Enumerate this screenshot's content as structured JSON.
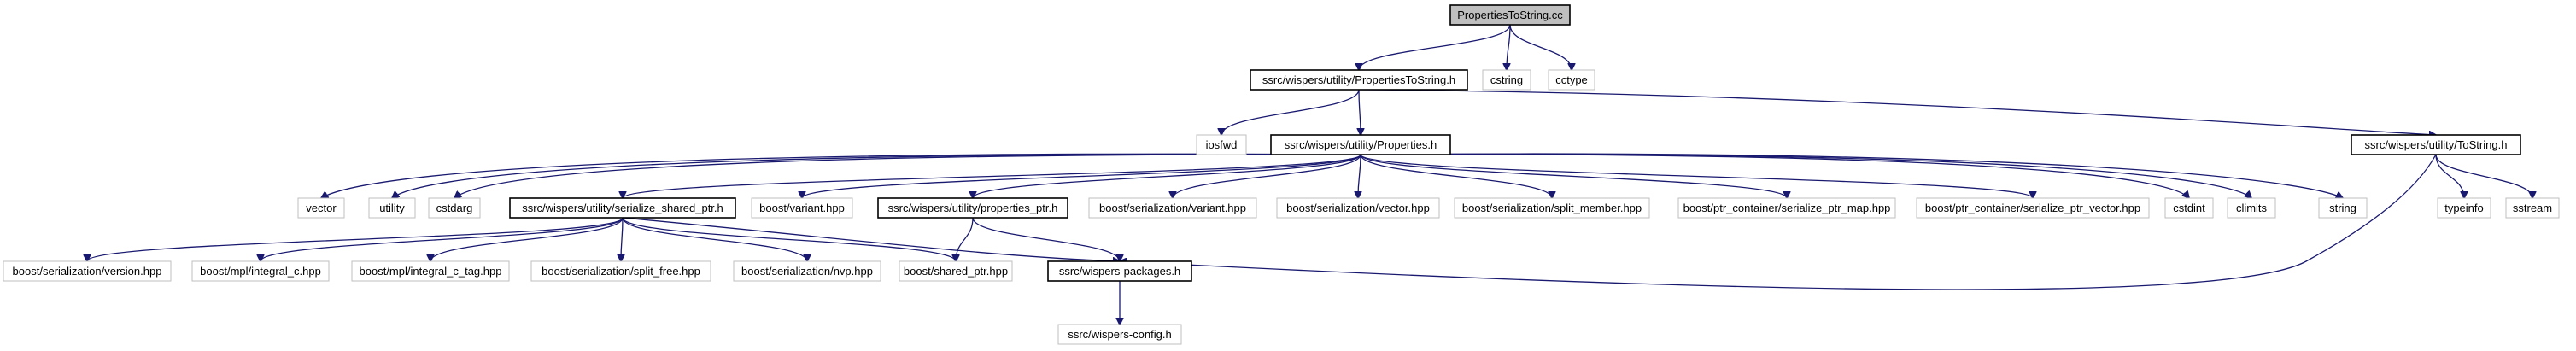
{
  "nodes": [
    {
      "id": "root",
      "label": "PropertiesToString.cc",
      "style": "root"
    },
    {
      "id": "pts_h",
      "label": "ssrc/wispers/utility/PropertiesToString.h",
      "style": "emph"
    },
    {
      "id": "cstring",
      "label": "cstring",
      "style": "plain"
    },
    {
      "id": "cctype",
      "label": "cctype",
      "style": "plain"
    },
    {
      "id": "iosfwd",
      "label": "iosfwd",
      "style": "plain"
    },
    {
      "id": "props_h",
      "label": "ssrc/wispers/utility/Properties.h",
      "style": "emph"
    },
    {
      "id": "tostring_h",
      "label": "ssrc/wispers/utility/ToString.h",
      "style": "emph"
    },
    {
      "id": "vector",
      "label": "vector",
      "style": "plain"
    },
    {
      "id": "utility",
      "label": "utility",
      "style": "plain"
    },
    {
      "id": "cstdarg",
      "label": "cstdarg",
      "style": "plain"
    },
    {
      "id": "ssp_h",
      "label": "ssrc/wispers/utility/serialize_shared_ptr.h",
      "style": "emph"
    },
    {
      "id": "variant",
      "label": "boost/variant.hpp",
      "style": "plain"
    },
    {
      "id": "pptr_h",
      "label": "ssrc/wispers/utility/properties_ptr.h",
      "style": "emph"
    },
    {
      "id": "ser_variant",
      "label": "boost/serialization/variant.hpp",
      "style": "plain"
    },
    {
      "id": "ser_vector",
      "label": "boost/serialization/vector.hpp",
      "style": "plain"
    },
    {
      "id": "ser_split_member",
      "label": "boost/serialization/split_member.hpp",
      "style": "plain"
    },
    {
      "id": "ptr_map",
      "label": "boost/ptr_container/serialize_ptr_map.hpp",
      "style": "plain"
    },
    {
      "id": "ptr_vector",
      "label": "boost/ptr_container/serialize_ptr_vector.hpp",
      "style": "plain"
    },
    {
      "id": "cstdint",
      "label": "cstdint",
      "style": "plain"
    },
    {
      "id": "climits",
      "label": "climits",
      "style": "plain"
    },
    {
      "id": "string",
      "label": "string",
      "style": "plain"
    },
    {
      "id": "typeinfo",
      "label": "typeinfo",
      "style": "plain"
    },
    {
      "id": "sstream",
      "label": "sstream",
      "style": "plain"
    },
    {
      "id": "ser_version",
      "label": "boost/serialization/version.hpp",
      "style": "plain"
    },
    {
      "id": "integral_c",
      "label": "boost/mpl/integral_c.hpp",
      "style": "plain"
    },
    {
      "id": "integral_c_tag",
      "label": "boost/mpl/integral_c_tag.hpp",
      "style": "plain"
    },
    {
      "id": "split_free",
      "label": "boost/serialization/split_free.hpp",
      "style": "plain"
    },
    {
      "id": "nvp",
      "label": "boost/serialization/nvp.hpp",
      "style": "plain"
    },
    {
      "id": "shared_ptr",
      "label": "boost/shared_ptr.hpp",
      "style": "plain"
    },
    {
      "id": "pkgs_h",
      "label": "ssrc/wispers-packages.h",
      "style": "emph"
    },
    {
      "id": "config_h",
      "label": "ssrc/wispers-config.h",
      "style": "plain"
    }
  ],
  "edges": [
    [
      "root",
      "pts_h"
    ],
    [
      "root",
      "cstring"
    ],
    [
      "root",
      "cctype"
    ],
    [
      "pts_h",
      "iosfwd"
    ],
    [
      "pts_h",
      "props_h"
    ],
    [
      "pts_h",
      "tostring_h"
    ],
    [
      "props_h",
      "vector"
    ],
    [
      "props_h",
      "utility"
    ],
    [
      "props_h",
      "cstdarg"
    ],
    [
      "props_h",
      "ssp_h"
    ],
    [
      "props_h",
      "variant"
    ],
    [
      "props_h",
      "pptr_h"
    ],
    [
      "props_h",
      "ser_variant"
    ],
    [
      "props_h",
      "ser_vector"
    ],
    [
      "props_h",
      "ser_split_member"
    ],
    [
      "props_h",
      "ptr_map"
    ],
    [
      "props_h",
      "ptr_vector"
    ],
    [
      "props_h",
      "cstdint"
    ],
    [
      "props_h",
      "climits"
    ],
    [
      "props_h",
      "string"
    ],
    [
      "tostring_h",
      "pkgs_h"
    ],
    [
      "tostring_h",
      "typeinfo"
    ],
    [
      "tostring_h",
      "sstream"
    ],
    [
      "ssp_h",
      "ser_version"
    ],
    [
      "ssp_h",
      "integral_c"
    ],
    [
      "ssp_h",
      "integral_c_tag"
    ],
    [
      "ssp_h",
      "split_free"
    ],
    [
      "ssp_h",
      "nvp"
    ],
    [
      "ssp_h",
      "shared_ptr"
    ],
    [
      "ssp_h",
      "pkgs_h"
    ],
    [
      "pptr_h",
      "shared_ptr"
    ],
    [
      "pptr_h",
      "pkgs_h"
    ],
    [
      "pkgs_h",
      "config_h"
    ]
  ],
  "colors": {
    "edge": "#191970",
    "root_fill": "#bfbfbf",
    "emph_border": "#000000",
    "plain_border": "#bfbfbf"
  }
}
